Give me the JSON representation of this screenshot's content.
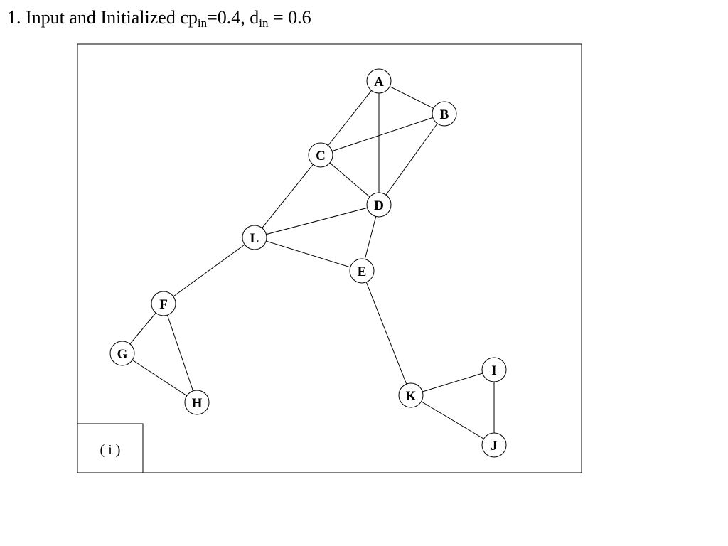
{
  "title": {
    "prefix": "1. Input and Initialized cp",
    "cp_sub": "in",
    "cp_value": "=0.4, d",
    "d_sub": "in",
    "d_value": " = 0.6"
  },
  "panel_label": "( i )",
  "nodes": [
    {
      "id": "A",
      "label": "A"
    },
    {
      "id": "B",
      "label": "B"
    },
    {
      "id": "C",
      "label": "C"
    },
    {
      "id": "D",
      "label": "D"
    },
    {
      "id": "E",
      "label": "E"
    },
    {
      "id": "L",
      "label": "L"
    },
    {
      "id": "F",
      "label": "F"
    },
    {
      "id": "G",
      "label": "G"
    },
    {
      "id": "H",
      "label": "H"
    },
    {
      "id": "I",
      "label": "I"
    },
    {
      "id": "J",
      "label": "J"
    },
    {
      "id": "K",
      "label": "K"
    }
  ],
  "edges": [
    [
      "A",
      "B"
    ],
    [
      "A",
      "C"
    ],
    [
      "A",
      "D"
    ],
    [
      "B",
      "C"
    ],
    [
      "B",
      "D"
    ],
    [
      "C",
      "D"
    ],
    [
      "C",
      "L"
    ],
    [
      "D",
      "L"
    ],
    [
      "D",
      "E"
    ],
    [
      "L",
      "E"
    ],
    [
      "L",
      "F"
    ],
    [
      "E",
      "K"
    ],
    [
      "F",
      "G"
    ],
    [
      "F",
      "H"
    ],
    [
      "G",
      "H"
    ],
    [
      "K",
      "I"
    ],
    [
      "K",
      "J"
    ],
    [
      "I",
      "J"
    ]
  ]
}
